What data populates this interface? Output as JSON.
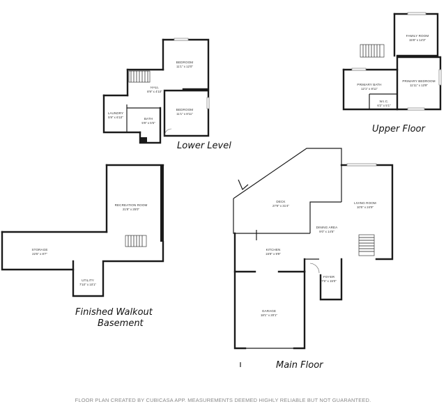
{
  "levels": {
    "lower_level": {
      "label": "Lower Level",
      "rooms": [
        {
          "name": "BEDROOM",
          "dims": "11'1\" x 12'0\""
        },
        {
          "name": "HALL",
          "dims": "8'9\" x 4'10\""
        },
        {
          "name": "LAUNDRY",
          "dims": "5'9\" x 6'10\""
        },
        {
          "name": "BATH",
          "dims": "5'9\" x 5'5\""
        },
        {
          "name": "BEDROOM",
          "dims": "11'1\" x 8'11\""
        }
      ]
    },
    "upper_floor": {
      "label": "Upper Floor",
      "rooms": [
        {
          "name": "FAMILY ROOM",
          "dims": "15'8\" x 14'3\""
        },
        {
          "name": "PRIMARY BATH",
          "dims": "12'1\" x 8'11\""
        },
        {
          "name": "PRIMARY BEDROOM",
          "dims": "11'11\" x 13'9\""
        },
        {
          "name": "W.I.C.",
          "dims": "6'2\" x 5'1\""
        }
      ]
    },
    "basement": {
      "label_line1": "Finished Walkout",
      "label_line2": "Basement",
      "rooms": [
        {
          "name": "RECREATION ROOM",
          "dims": "21'8\" x 25'0\""
        },
        {
          "name": "STORAGE",
          "dims": "22'5\" x 8'7\""
        },
        {
          "name": "UTILITY",
          "dims": "7'10\" x 10'1\""
        }
      ]
    },
    "main_floor": {
      "label": "Main Floor",
      "rooms": [
        {
          "name": "DECK",
          "dims": "27'9\" x 31'4\""
        },
        {
          "name": "LIVING ROOM",
          "dims": "10'5\" x 24'9\""
        },
        {
          "name": "DINING AREA",
          "dims": "9'0\" x 14'5\""
        },
        {
          "name": "KITCHEN",
          "dims": "15'9\" x 9'9\""
        },
        {
          "name": "FOYER",
          "dims": "7'5\" x 15'0\""
        },
        {
          "name": "GARAGE",
          "dims": "18'1\" x 20'1\""
        }
      ]
    }
  },
  "footer": "FLOOR PLAN CREATED BY CUBICASA APP. MEASUREMENTS DEEMED HIGHLY RELIABLE BUT NOT GUARANTEED."
}
